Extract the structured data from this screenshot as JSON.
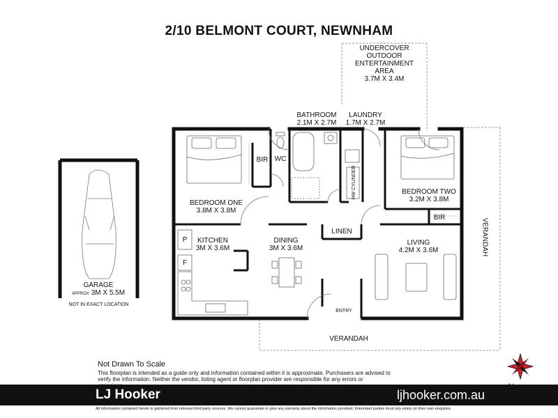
{
  "title": "2/10 BELMONT COURT,  NEWNHAM",
  "rooms": {
    "outdoor": {
      "name_l1": "UNDERCOVER",
      "name_l2": "OUTDOOR",
      "name_l3": "ENTERTAINMENT",
      "name_l4": "AREA",
      "dims": "3.7M X 3.4M"
    },
    "bathroom": {
      "name": "BATHROOM",
      "dims": "2.1M X 2.7M"
    },
    "laundry": {
      "name": "LAUNDRY",
      "dims": "1.7M X 2.7M"
    },
    "bedroom_one": {
      "name": "BEDROOM ONE",
      "dims": "3.8M X 3.8M"
    },
    "bedroom_two": {
      "name": "BEDROOM TWO",
      "dims": "3.2M X 3.8M"
    },
    "kitchen": {
      "name": "KITCHEN",
      "dims": "3M X 3.6M"
    },
    "dining": {
      "name": "DINING",
      "dims": "3M X 3.6M"
    },
    "living": {
      "name": "LIVING",
      "dims": "4.2M X 3.6M"
    },
    "garage": {
      "name": "GARAGE",
      "approx": "APPROX",
      "dims": "3M X 5.5M",
      "note": "NOT IN EXACT LOCATION"
    }
  },
  "fixtures": {
    "bir": "BIR",
    "wc": "WC",
    "hw_cylinder": "HW CYLINDER",
    "linen": "LINEN",
    "pantry": "P",
    "fridge": "F",
    "entry": "ENTRY",
    "verandah": "VERANDAH"
  },
  "disclaimer": {
    "heading": "Not Drawn To Scale",
    "body": "This floorplan is intended as a guide only and information contained within it is approximate. Purchasers are advised to verify the information. Neither the vendor, listing agent or floorplan provider are responsible for any errors or omissions."
  },
  "brand": {
    "name": "LJ Hooker",
    "website": "ljhooker.com.au"
  },
  "legal": "All information contained herein is gathered from relevant third party sources. We cannot guarantee or give any warranty about the information provided. Interested parties must rely solely on their own enquiries.",
  "north": "N",
  "colors": {
    "wall": "#111111",
    "footer": "#111111",
    "compass_red": "#d4202a"
  }
}
